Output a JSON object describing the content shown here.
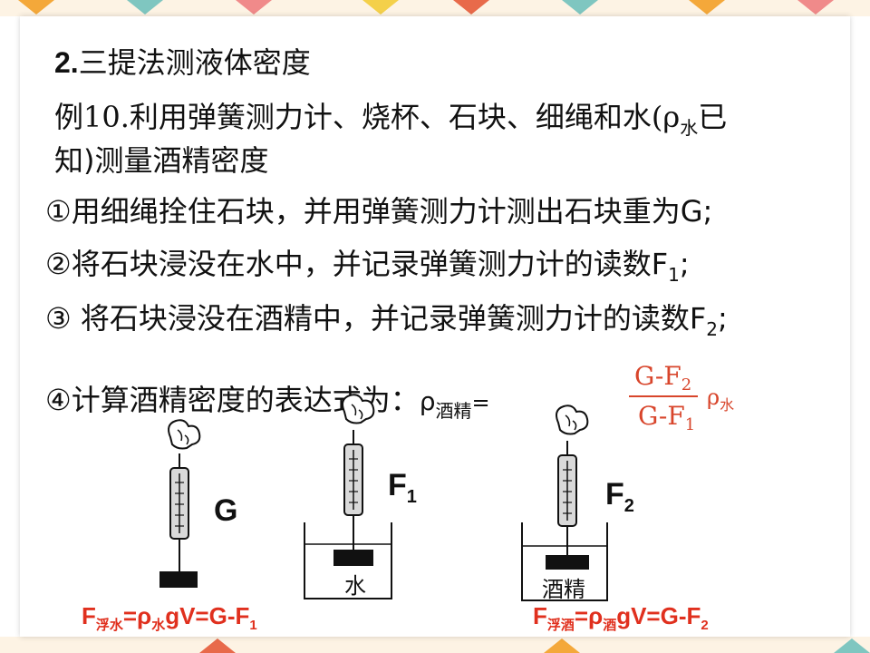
{
  "title": {
    "num": "2.",
    "text": "三提法测液体密度"
  },
  "example": {
    "line1": "例10.利用弹簧测力计、烧杯、石块、细绳和水(ρ",
    "line1_sub": "水",
    "line1_end": "已",
    "line2": "知)测量酒精密度"
  },
  "steps": {
    "s1": "①用细绳拴住石块，并用弹簧测力计测出石块重为G;",
    "s2": "②将石块浸没在水中，并记录弹簧测力计的读数F",
    "s2_sub": "1",
    "s2_end": ";",
    "s3": "③ 将石块浸没在酒精中，并记录弹簧测力计的读数F",
    "s3_sub": "2",
    "s3_end": ";",
    "s4": "④计算酒精密度的表达式为：",
    "rho": "ρ",
    "rho_sub": "酒精",
    "eq": "="
  },
  "answer": {
    "num": "G-F",
    "num_sub": "2",
    "den": "G-F",
    "den_sub": "1",
    "rho": "ρ",
    "rho_sub": "水"
  },
  "labels": {
    "g": "G",
    "f1": "F",
    "f1_sub": "1",
    "f2": "F",
    "f2_sub": "2",
    "water": "水",
    "alcohol": "酒精"
  },
  "formulas": {
    "left": {
      "a": "F",
      "a_sub": "浮水",
      "b": "=ρ",
      "b_sub": "水",
      "c": "gV=G-F",
      "c_sub": "1"
    },
    "right": {
      "a": "F",
      "a_sub": "浮酒",
      "b": "=ρ",
      "b_sub": "酒",
      "c": "gV=G-F",
      "c_sub": "2"
    }
  },
  "colors": {
    "answer": "#d8452b",
    "formula": "#e0301e"
  }
}
